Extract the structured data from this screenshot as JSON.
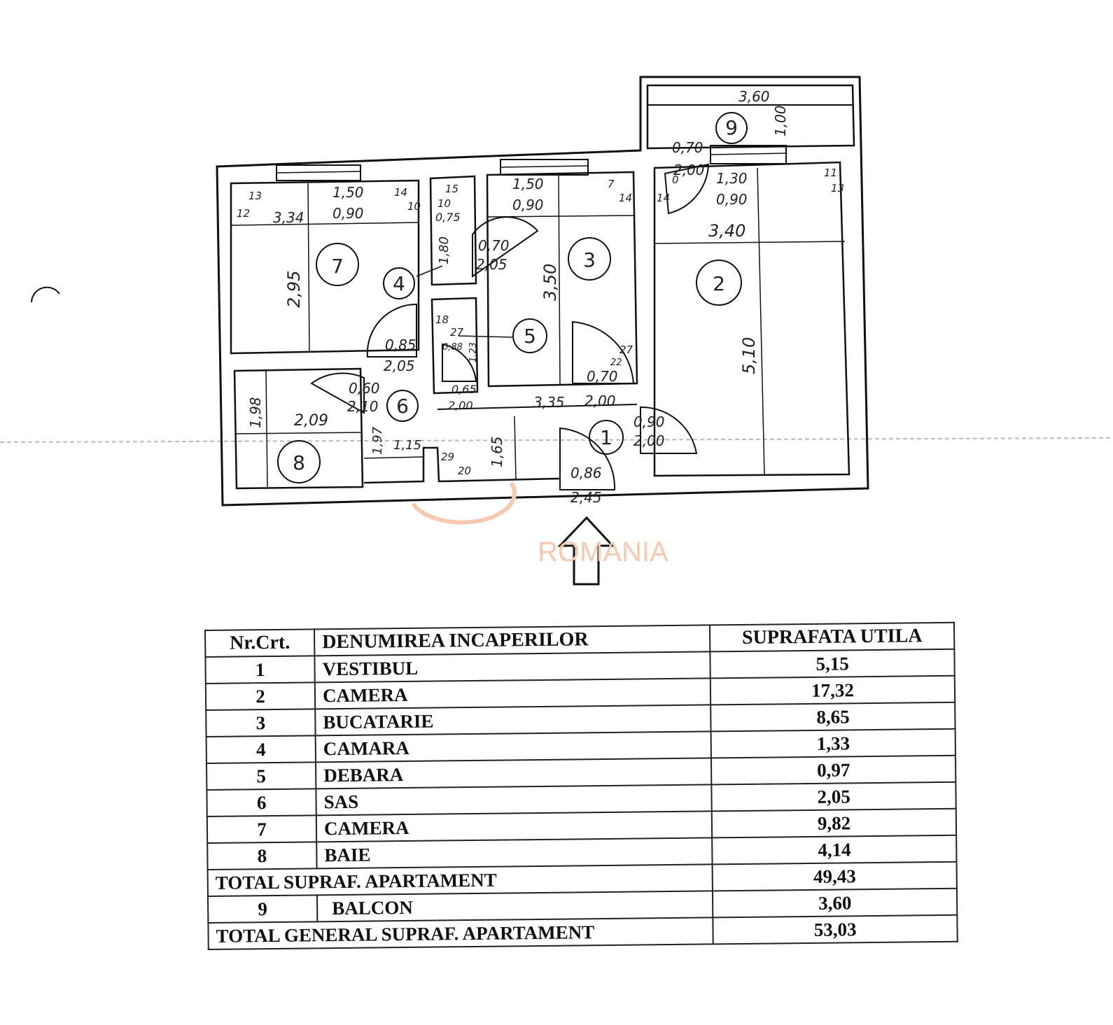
{
  "plan": {
    "rooms": [
      {
        "id": "1"
      },
      {
        "id": "2"
      },
      {
        "id": "3"
      },
      {
        "id": "4"
      },
      {
        "id": "5"
      },
      {
        "id": "6"
      },
      {
        "id": "7"
      },
      {
        "id": "8"
      },
      {
        "id": "9"
      }
    ],
    "dimensions": [
      "3,60",
      "1,00",
      "0,70",
      "2,00",
      "1,30",
      "0,90",
      "11",
      "13",
      "14",
      "0",
      "3,40",
      "5,10",
      "1,50",
      "0,90",
      "7",
      "14",
      "3,50",
      "27",
      "22",
      "0,70",
      "2,00",
      "0,90",
      "2,00",
      "0,86",
      "2,45",
      "3,35",
      "1,65",
      "29",
      "20",
      "13",
      "12",
      "3,34",
      "1,50",
      "0,90",
      "14",
      "10",
      "2,95",
      "15",
      "10",
      "0,75",
      "1,80",
      "0,70",
      "2,05",
      "18",
      "27",
      "0,88",
      "1,23",
      "0,65",
      "2,00",
      "0,85",
      "2,05",
      "0,60",
      "2,10",
      "1,98",
      "2,09",
      "1,97",
      "1,15"
    ],
    "watermark": "ROMANIA"
  },
  "table": {
    "headers": {
      "nr": "Nr.Crt.",
      "name": "DENUMIREA INCAPERILOR",
      "area": "SUPRAFATA UTILA"
    },
    "rows": [
      {
        "nr": "1",
        "name": "VESTIBUL",
        "area": "5,15"
      },
      {
        "nr": "2",
        "name": "CAMERA",
        "area": "17,32"
      },
      {
        "nr": "3",
        "name": "BUCATARIE",
        "area": "8,65"
      },
      {
        "nr": "4",
        "name": "CAMARA",
        "area": "1,33"
      },
      {
        "nr": "5",
        "name": "DEBARA",
        "area": "0,97"
      },
      {
        "nr": "6",
        "name": "SAS",
        "area": "2,05"
      },
      {
        "nr": "7",
        "name": "CAMERA",
        "area": "9,82"
      },
      {
        "nr": "8",
        "name": "BAIE",
        "area": "4,14"
      }
    ],
    "total_apartment": {
      "label": "TOTAL  SUPRAF. APARTAMENT",
      "area": "49,43"
    },
    "balcony": {
      "nr": "9",
      "name": "BALCON",
      "area": "3,60"
    },
    "total_general": {
      "label": "TOTAL GENERAL SUPRAF. APARTAMENT",
      "area": "53,03"
    }
  }
}
